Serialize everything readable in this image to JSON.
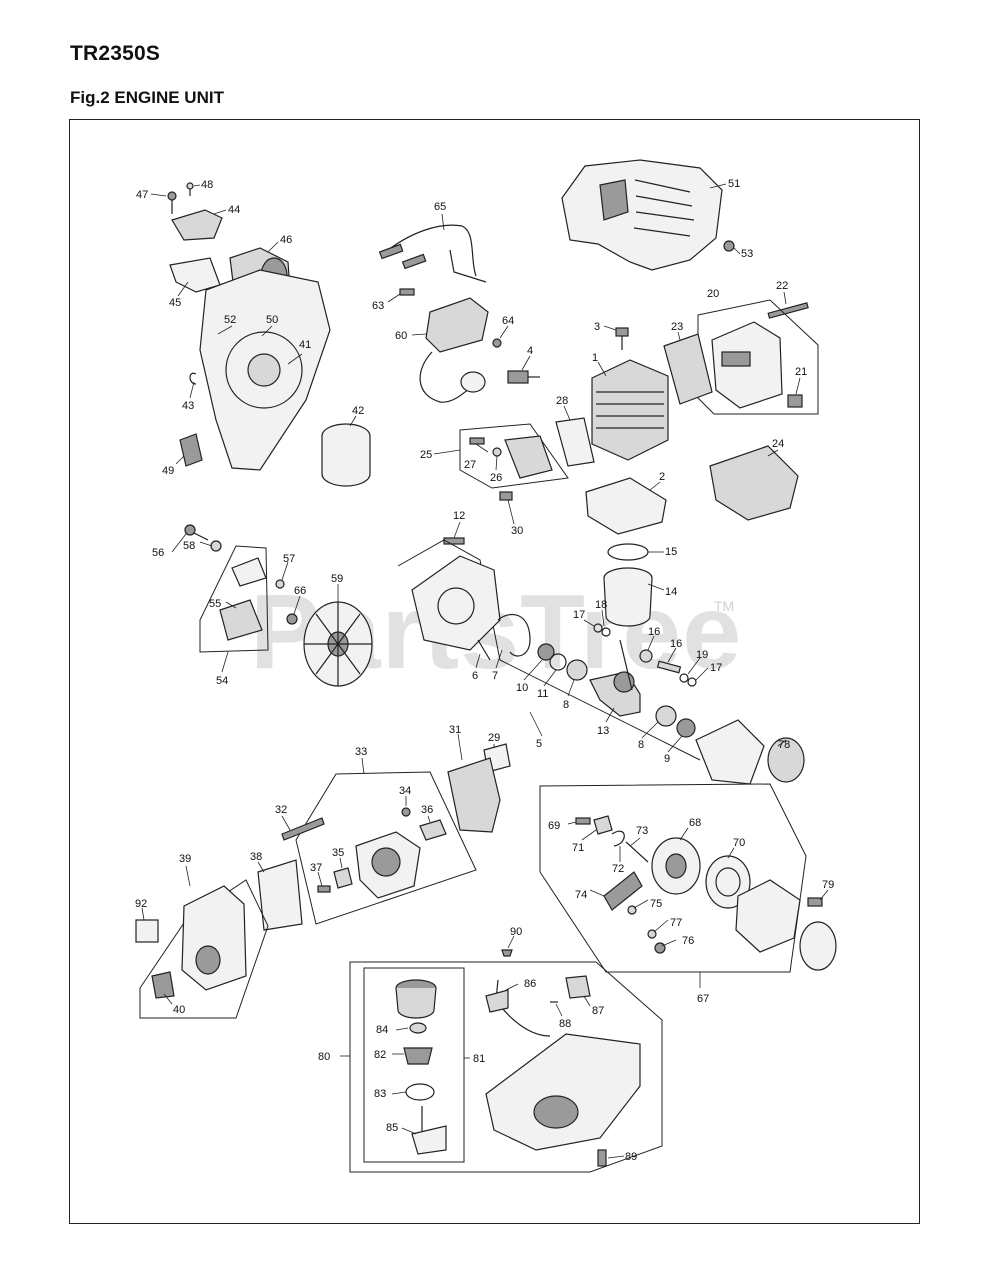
{
  "header": {
    "model": "TR2350S",
    "figure_title": "Fig.2 ENGINE UNIT"
  },
  "watermark": {
    "text": "PartsTree",
    "trademark": "TM"
  },
  "callouts": [
    {
      "id": "p47",
      "text": "47"
    },
    {
      "id": "p48",
      "text": "48"
    },
    {
      "id": "p44",
      "text": "44"
    },
    {
      "id": "p46",
      "text": "46"
    },
    {
      "id": "p45",
      "text": "45"
    },
    {
      "id": "p65",
      "text": "65"
    },
    {
      "id": "p51",
      "text": "51"
    },
    {
      "id": "p53",
      "text": "53"
    },
    {
      "id": "p22",
      "text": "22"
    },
    {
      "id": "p20",
      "text": "20"
    },
    {
      "id": "p63",
      "text": "63"
    },
    {
      "id": "p52",
      "text": "52"
    },
    {
      "id": "p50",
      "text": "50"
    },
    {
      "id": "p64",
      "text": "64"
    },
    {
      "id": "p3",
      "text": "3"
    },
    {
      "id": "p23",
      "text": "23"
    },
    {
      "id": "p60",
      "text": "60"
    },
    {
      "id": "p41",
      "text": "41"
    },
    {
      "id": "p4",
      "text": "4"
    },
    {
      "id": "p1",
      "text": "1"
    },
    {
      "id": "p21",
      "text": "21"
    },
    {
      "id": "p43",
      "text": "43"
    },
    {
      "id": "p42",
      "text": "42"
    },
    {
      "id": "p28",
      "text": "28"
    },
    {
      "id": "p25",
      "text": "25"
    },
    {
      "id": "p27",
      "text": "27"
    },
    {
      "id": "p26",
      "text": "26"
    },
    {
      "id": "p24",
      "text": "24"
    },
    {
      "id": "p49",
      "text": "49"
    },
    {
      "id": "p2",
      "text": "2"
    },
    {
      "id": "p30",
      "text": "30"
    },
    {
      "id": "p12",
      "text": "12"
    },
    {
      "id": "p56",
      "text": "56"
    },
    {
      "id": "p58",
      "text": "58"
    },
    {
      "id": "p57",
      "text": "57"
    },
    {
      "id": "p15",
      "text": "15"
    },
    {
      "id": "p59",
      "text": "59"
    },
    {
      "id": "p14",
      "text": "14"
    },
    {
      "id": "p66",
      "text": "66"
    },
    {
      "id": "p18",
      "text": "18"
    },
    {
      "id": "p55",
      "text": "55"
    },
    {
      "id": "p17a",
      "text": "17"
    },
    {
      "id": "p16a",
      "text": "16"
    },
    {
      "id": "p16b",
      "text": "16"
    },
    {
      "id": "p19",
      "text": "19"
    },
    {
      "id": "p17b",
      "text": "17"
    },
    {
      "id": "p6",
      "text": "6"
    },
    {
      "id": "p7",
      "text": "7"
    },
    {
      "id": "p10",
      "text": "10"
    },
    {
      "id": "p11",
      "text": "11"
    },
    {
      "id": "p8a",
      "text": "8"
    },
    {
      "id": "p54",
      "text": "54"
    },
    {
      "id": "p13",
      "text": "13"
    },
    {
      "id": "p5",
      "text": "5"
    },
    {
      "id": "p8b",
      "text": "8"
    },
    {
      "id": "p9",
      "text": "9"
    },
    {
      "id": "p78",
      "text": "78"
    },
    {
      "id": "p33",
      "text": "33"
    },
    {
      "id": "p29",
      "text": "29"
    },
    {
      "id": "p31",
      "text": "31"
    },
    {
      "id": "p34",
      "text": "34"
    },
    {
      "id": "p36",
      "text": "36"
    },
    {
      "id": "p32",
      "text": "32"
    },
    {
      "id": "p69",
      "text": "69"
    },
    {
      "id": "p71",
      "text": "71"
    },
    {
      "id": "p73",
      "text": "73"
    },
    {
      "id": "p68",
      "text": "68"
    },
    {
      "id": "p70",
      "text": "70"
    },
    {
      "id": "p72",
      "text": "72"
    },
    {
      "id": "p38",
      "text": "38"
    },
    {
      "id": "p35",
      "text": "35"
    },
    {
      "id": "p37",
      "text": "37"
    },
    {
      "id": "p39",
      "text": "39"
    },
    {
      "id": "p79",
      "text": "79"
    },
    {
      "id": "p74",
      "text": "74"
    },
    {
      "id": "p75",
      "text": "75"
    },
    {
      "id": "p92",
      "text": "92"
    },
    {
      "id": "p77",
      "text": "77"
    },
    {
      "id": "p76",
      "text": "76"
    },
    {
      "id": "p90",
      "text": "90"
    },
    {
      "id": "p67",
      "text": "67"
    },
    {
      "id": "p40",
      "text": "40"
    },
    {
      "id": "p86",
      "text": "86"
    },
    {
      "id": "p87",
      "text": "87"
    },
    {
      "id": "p88",
      "text": "88"
    },
    {
      "id": "p84",
      "text": "84"
    },
    {
      "id": "p80",
      "text": "80"
    },
    {
      "id": "p82",
      "text": "82"
    },
    {
      "id": "p81",
      "text": "81"
    },
    {
      "id": "p83",
      "text": "83"
    },
    {
      "id": "p85",
      "text": "85"
    },
    {
      "id": "p89",
      "text": "89"
    }
  ]
}
